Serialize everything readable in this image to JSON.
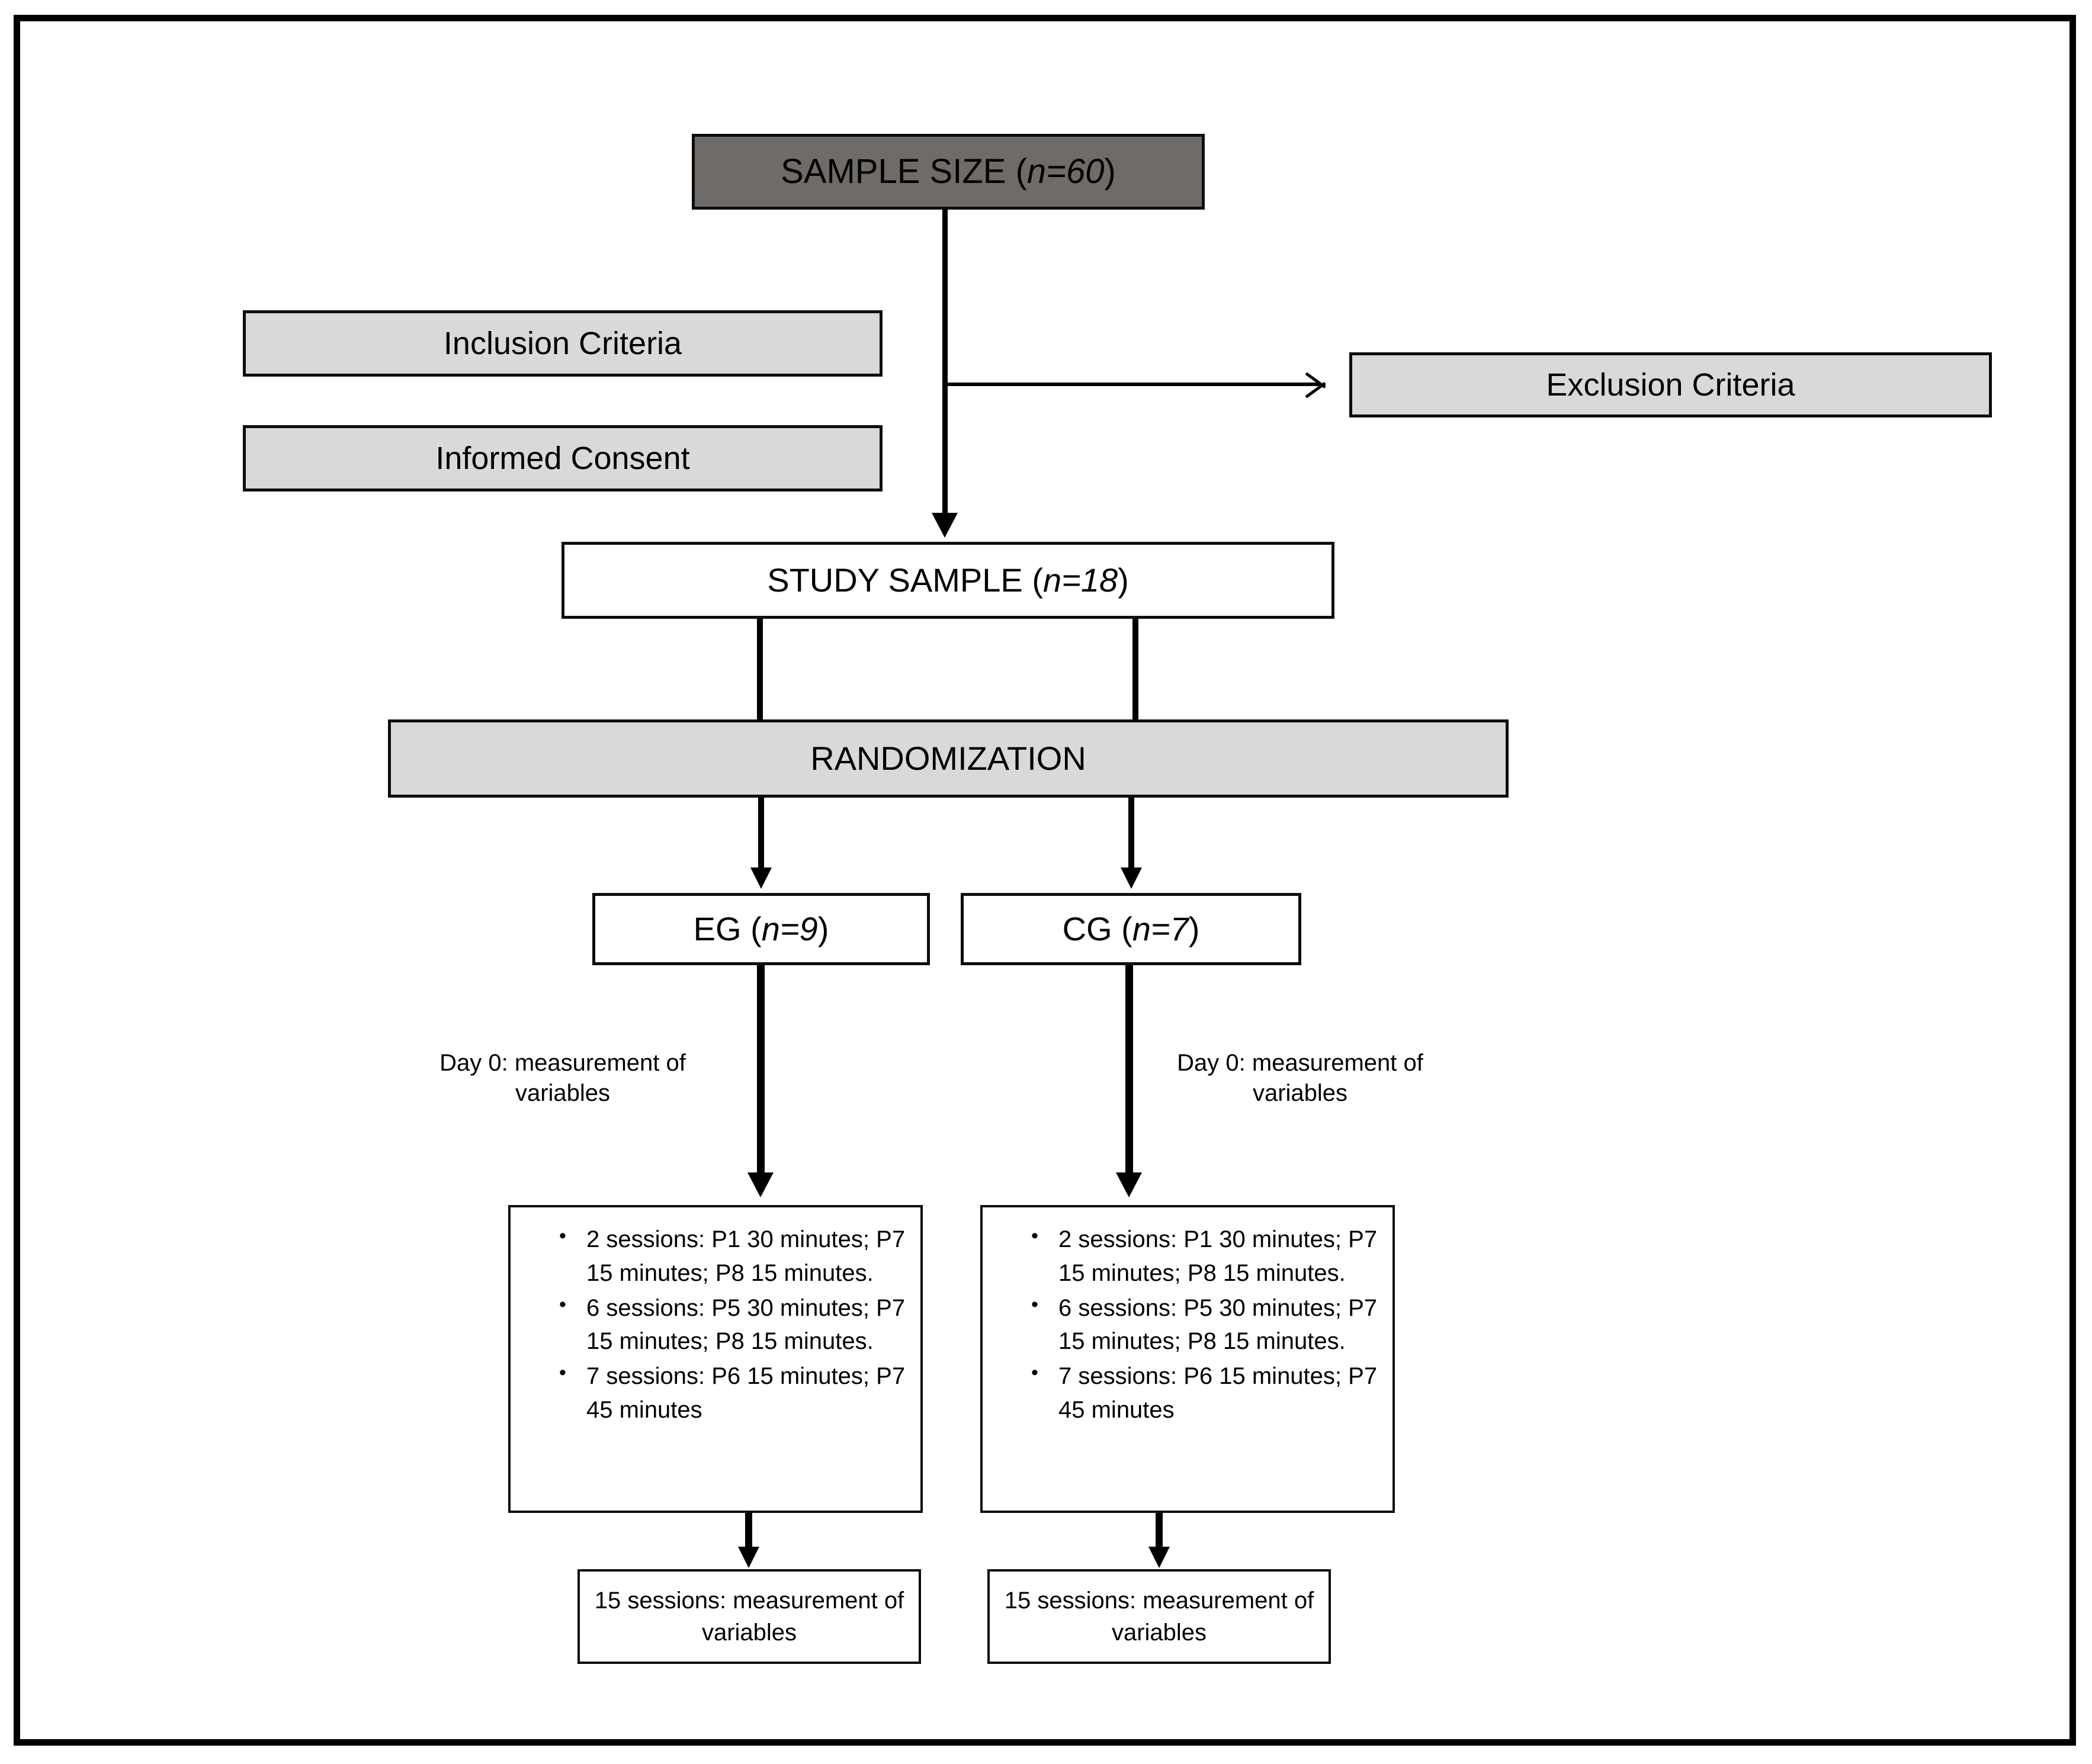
{
  "figure": {
    "type": "study-flow-diagram",
    "border_color": "#000000",
    "colors": {
      "dark_box": "#6e6b68",
      "light_box": "#d9d9d9",
      "white_box": "#ffffff",
      "line": "#000000"
    }
  },
  "nodes": {
    "sample_size": {
      "text_prefix": "SAMPLE SIZE (",
      "text_italic": "n=60",
      "text_suffix": ")",
      "style": "dark"
    },
    "inclusion_criteria": {
      "label": "Inclusion Criteria",
      "style": "light"
    },
    "informed_consent": {
      "label": "Informed Consent",
      "style": "light"
    },
    "exclusion_criteria": {
      "label": "Exclusion Criteria",
      "style": "light"
    },
    "study_sample": {
      "text_prefix": "STUDY SAMPLE (",
      "text_italic": "n=18",
      "text_suffix": ")",
      "style": "white"
    },
    "randomization": {
      "label": "RANDOMIZATION",
      "style": "light"
    },
    "eg": {
      "text_prefix": "EG (",
      "text_italic": "n=9",
      "text_suffix": ")",
      "style": "white"
    },
    "cg": {
      "text_prefix": "CG (",
      "text_italic": "n=7",
      "text_suffix": ")",
      "style": "white"
    },
    "eg_day0": {
      "label": "Day 0: measurement of variables"
    },
    "cg_day0": {
      "label": "Day 0: measurement of variables"
    },
    "eg_sessions": {
      "bullets": [
        "2 sessions: P1 30 minutes; P7 15 minutes; P8 15 minutes.",
        "6 sessions: P5 30 minutes; P7 15 minutes; P8 15 minutes.",
        "7 sessions: P6 15 minutes; P7 45 minutes"
      ]
    },
    "cg_sessions": {
      "bullets": [
        "2 sessions: P1 30 minutes; P7 15 minutes; P8 15 minutes.",
        "6 sessions: P5 30 minutes; P7 15 minutes; P8 15 minutes.",
        "7 sessions: P6 15 minutes; P7 45 minutes"
      ]
    },
    "eg_final": {
      "label": "15 sessions: measurement of variables"
    },
    "cg_final": {
      "label": "15 sessions: measurement of variables"
    }
  },
  "edges": [
    {
      "from": "sample_size",
      "to": "study_sample",
      "style": "solid-arrow-down"
    },
    {
      "from": "sample_size",
      "to": "exclusion_criteria",
      "style": "thin-open-arrow-right"
    },
    {
      "from": "study_sample",
      "to": "randomization",
      "style": "plain-line",
      "count": 2
    },
    {
      "from": "randomization",
      "to": "eg",
      "style": "solid-arrow-down"
    },
    {
      "from": "randomization",
      "to": "cg",
      "style": "solid-arrow-down"
    },
    {
      "from": "eg",
      "to": "eg_sessions",
      "style": "solid-arrow-down"
    },
    {
      "from": "cg",
      "to": "cg_sessions",
      "style": "solid-arrow-down"
    },
    {
      "from": "eg_sessions",
      "to": "eg_final",
      "style": "solid-arrow-down"
    },
    {
      "from": "cg_sessions",
      "to": "cg_final",
      "style": "solid-arrow-down"
    }
  ]
}
